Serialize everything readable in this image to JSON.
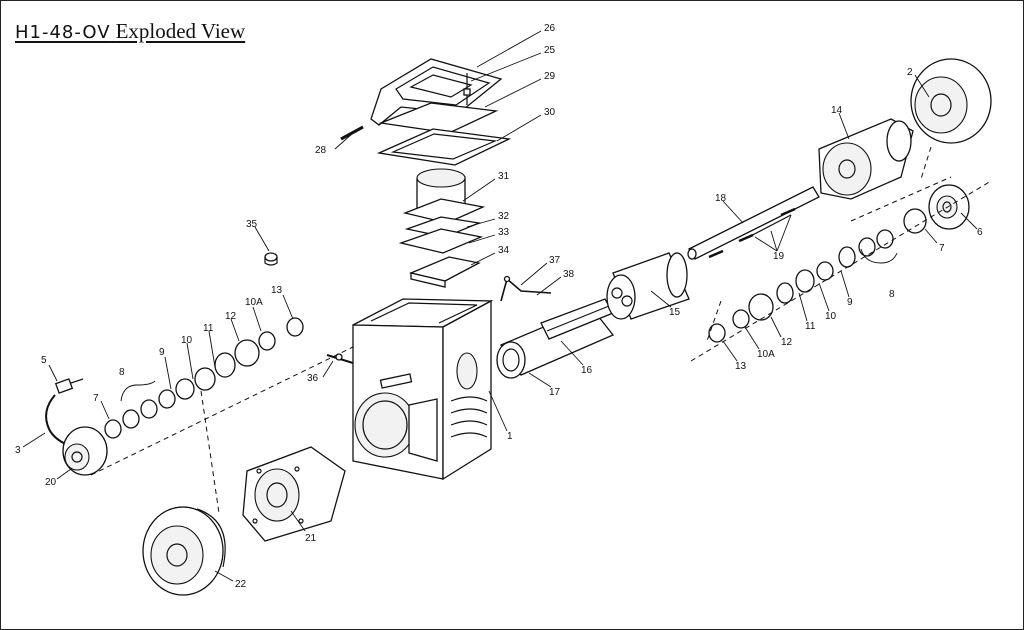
{
  "diagram": {
    "title_code": "H1-48-OV",
    "title_text": "Exploded View",
    "callouts": [
      {
        "key": "c26",
        "text": "26"
      },
      {
        "key": "c25",
        "text": "25"
      },
      {
        "key": "c29",
        "text": "29"
      },
      {
        "key": "c30",
        "text": "30"
      },
      {
        "key": "c28",
        "text": "28"
      },
      {
        "key": "c31",
        "text": "31"
      },
      {
        "key": "c32",
        "text": "32"
      },
      {
        "key": "c33",
        "text": "33"
      },
      {
        "key": "c34",
        "text": "34"
      },
      {
        "key": "c35",
        "text": "35"
      },
      {
        "key": "c37",
        "text": "37"
      },
      {
        "key": "c38",
        "text": "38"
      },
      {
        "key": "c36",
        "text": "36"
      },
      {
        "key": "c1",
        "text": "1"
      },
      {
        "key": "c15",
        "text": "15"
      },
      {
        "key": "c16",
        "text": "16"
      },
      {
        "key": "c17",
        "text": "17"
      },
      {
        "key": "c18",
        "text": "18"
      },
      {
        "key": "c19",
        "text": "19"
      },
      {
        "key": "c14",
        "text": "14"
      },
      {
        "key": "c2",
        "text": "2"
      },
      {
        "key": "c6",
        "text": "6"
      },
      {
        "key": "c7r",
        "text": "7"
      },
      {
        "key": "c8r",
        "text": "8"
      },
      {
        "key": "c9r",
        "text": "9"
      },
      {
        "key": "c10r",
        "text": "10"
      },
      {
        "key": "c11r",
        "text": "11"
      },
      {
        "key": "c12r",
        "text": "12"
      },
      {
        "key": "c10Ar",
        "text": "10A"
      },
      {
        "key": "c13r",
        "text": "13"
      },
      {
        "key": "c5",
        "text": "5"
      },
      {
        "key": "c3",
        "text": "3"
      },
      {
        "key": "c20",
        "text": "20"
      },
      {
        "key": "c7l",
        "text": "7"
      },
      {
        "key": "c8l",
        "text": "8"
      },
      {
        "key": "c9l",
        "text": "9"
      },
      {
        "key": "c10l",
        "text": "10"
      },
      {
        "key": "c11l",
        "text": "11"
      },
      {
        "key": "c12l",
        "text": "12"
      },
      {
        "key": "c10Al",
        "text": "10A"
      },
      {
        "key": "c13l",
        "text": "13"
      },
      {
        "key": "c21",
        "text": "21"
      },
      {
        "key": "c22",
        "text": "22"
      }
    ]
  }
}
